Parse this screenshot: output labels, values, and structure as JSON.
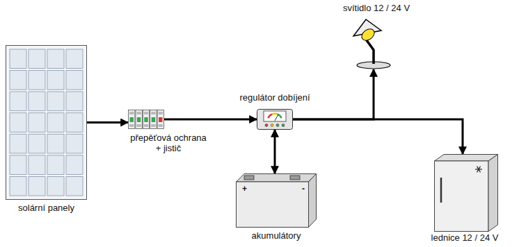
{
  "diagram": {
    "nodes": [
      {
        "text": [
          "solární panely"
        ]
      },
      {
        "text": [
          "přepěťová ochrana + jistič"
        ]
      },
      {
        "text": [
          "regulátor dobíjení"
        ]
      },
      {
        "text": [
          "akumulátory"
        ]
      },
      {
        "text": [
          "svítidlo 12 / 24 V"
        ]
      },
      {
        "text": [
          "lednice 12 / 24 V"
        ]
      }
    ],
    "edges": [
      {
        "from": 0,
        "to": 1,
        "arrow": "to"
      },
      {
        "from": 1,
        "to": 2,
        "arrow": "to"
      },
      {
        "from": 2,
        "to": 3,
        "arrow": "both"
      },
      {
        "from": 2,
        "to": 4,
        "arrow": "to"
      },
      {
        "from": 2,
        "to": 5,
        "arrow": "to"
      }
    ],
    "labels": [
      "+",
      "-"
    ]
  }
}
